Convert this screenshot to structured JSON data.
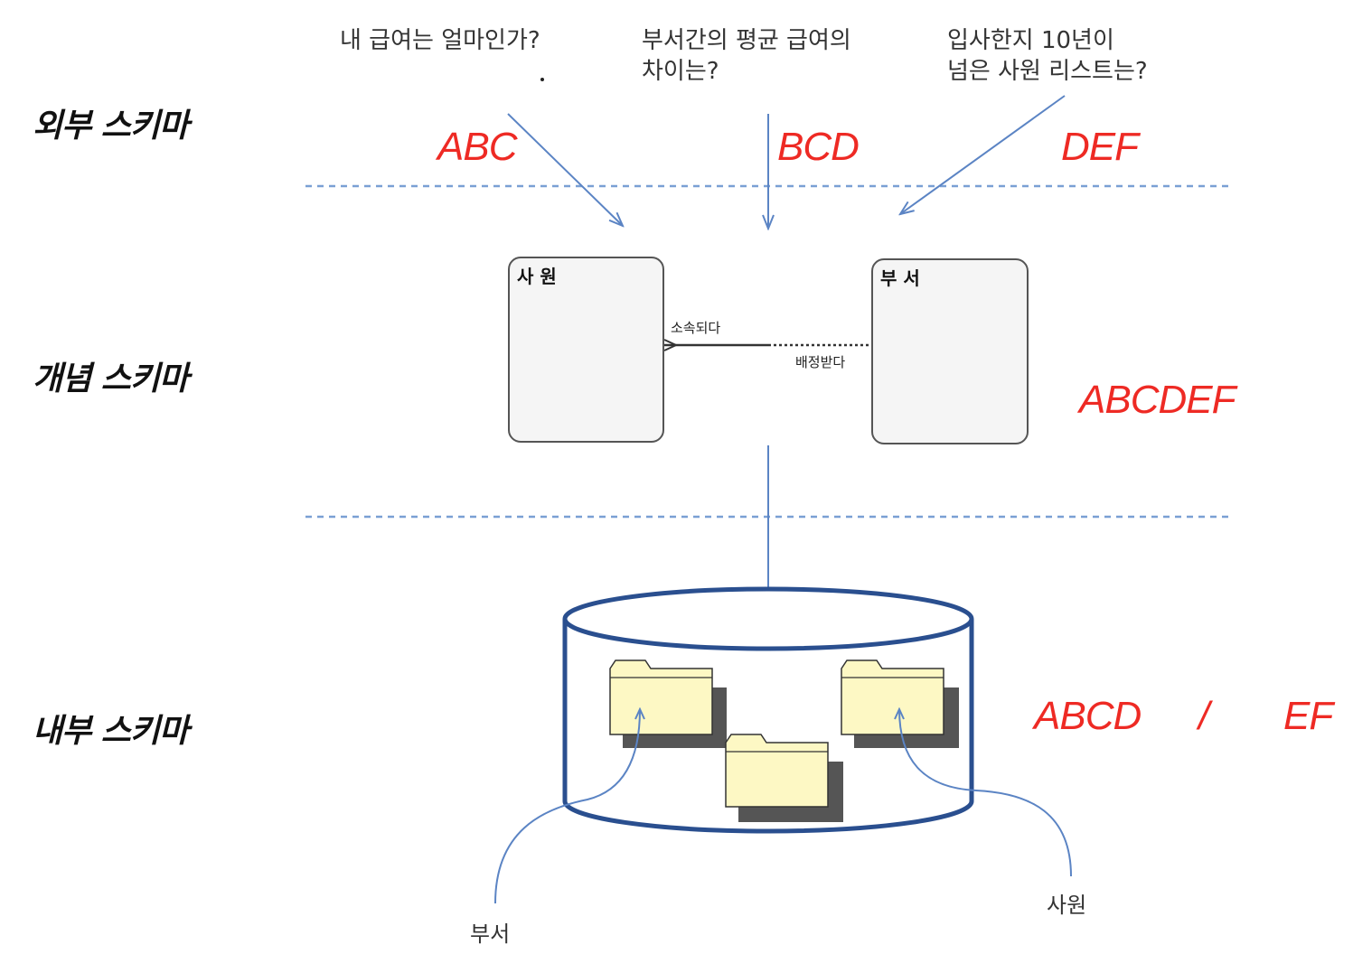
{
  "questions": [
    {
      "text": "내 급여는 얼마인가?"
    },
    {
      "text": "부서간의 평균 급여의\n차이는?"
    },
    {
      "text": "입사한지 10년이\n넘은 사원 리스트는?"
    }
  ],
  "levels": {
    "external": "외부 스키마",
    "conceptual": "개념 스키마",
    "internal": "내부 스키마"
  },
  "view_labels": {
    "abc": "ABC",
    "bcd": "BCD",
    "def": "DEF"
  },
  "conceptual_label": "ABCDEF",
  "internal_labels": {
    "left": "ABCD",
    "slash": "/",
    "right": "EF"
  },
  "entities": {
    "employee": "사 원",
    "department": "부 서"
  },
  "relationship": {
    "belongs": "소속되다",
    "assigned": "배정받다"
  },
  "files": {
    "department": "부서",
    "employee": "사원"
  },
  "colors": {
    "accent_red": "#ee2a24",
    "arrow_blue": "#5b84c4",
    "dashed_blue": "#7aa0d4",
    "cylinder_border": "#2a4f8f",
    "folder_fill": "#fdf8c4"
  }
}
